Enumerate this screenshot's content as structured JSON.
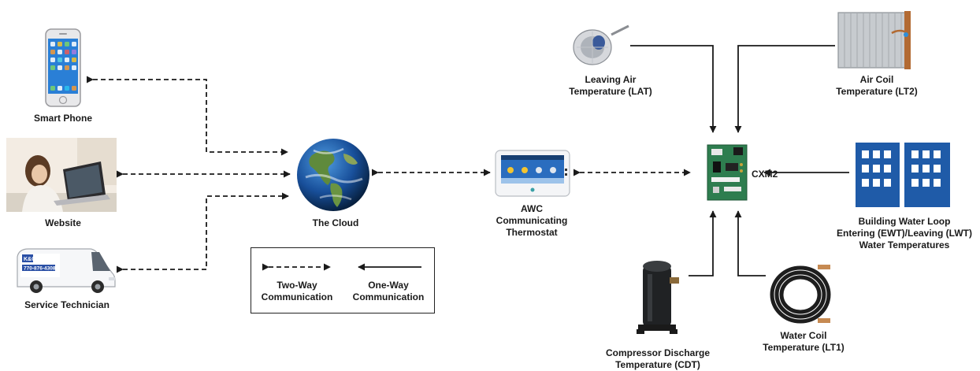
{
  "nodes": {
    "smart_phone": "Smart Phone",
    "website": "Website",
    "service_technician": "Service Technician",
    "cloud": "The Cloud",
    "thermostat": [
      "AWC",
      "Communicating",
      "Thermostat"
    ],
    "cxm2": "CXM2",
    "lat": [
      "Leaving Air",
      "Temperature (LAT)"
    ],
    "lt2": [
      "Air Coil",
      "Temperature (LT2)"
    ],
    "building": [
      "Building Water Loop",
      "Entering (EWT)/Leaving (LWT)",
      "Water Temperatures"
    ],
    "cdt": [
      "Compressor Discharge",
      "Temperature (CDT)"
    ],
    "lt1": [
      "Water Coil",
      "Temperature (LT1)"
    ]
  },
  "van": {
    "company": "K&G",
    "phone": "770-876-4308"
  },
  "legend": {
    "two_way": [
      "Two-Way",
      "Communication"
    ],
    "one_way": [
      "One-Way",
      "Communication"
    ]
  },
  "colors": {
    "line": "#1a1a1a",
    "building_blue": "#1f5ba8",
    "board_green": "#2e7d4f"
  }
}
